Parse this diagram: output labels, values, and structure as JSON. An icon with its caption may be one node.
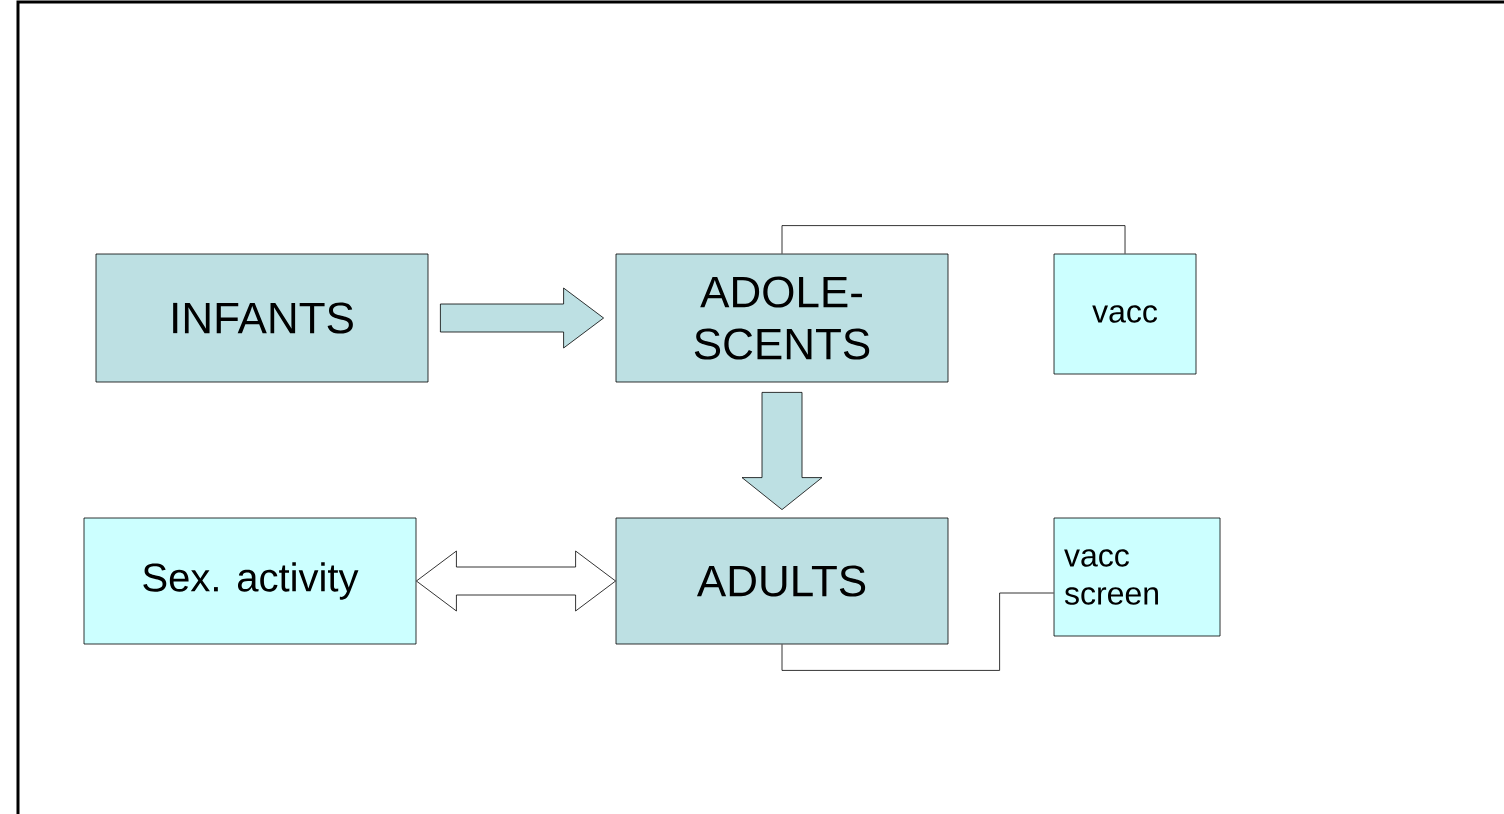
{
  "diagram": {
    "nodes": [
      {
        "text": [
          "INFANTS"
        ]
      },
      {
        "text": [
          "ADOLE- SCENTS"
        ]
      },
      {
        "text": [
          "vacc"
        ]
      },
      {
        "text": [
          "ADULTS"
        ]
      },
      {
        "text": [
          "Sex. activity"
        ]
      },
      {
        "text": [
          "vacc screen"
        ]
      }
    ],
    "edges": [
      {
        "from": 0,
        "to": 1,
        "arrow": "to"
      },
      {
        "from": 1,
        "to": 3,
        "arrow": "to"
      },
      {
        "from": 4,
        "to": 3,
        "arrow": "both"
      },
      {
        "from": 1,
        "to": 2,
        "arrow": "none"
      },
      {
        "from": 3,
        "to": 5,
        "arrow": "none"
      }
    ]
  }
}
